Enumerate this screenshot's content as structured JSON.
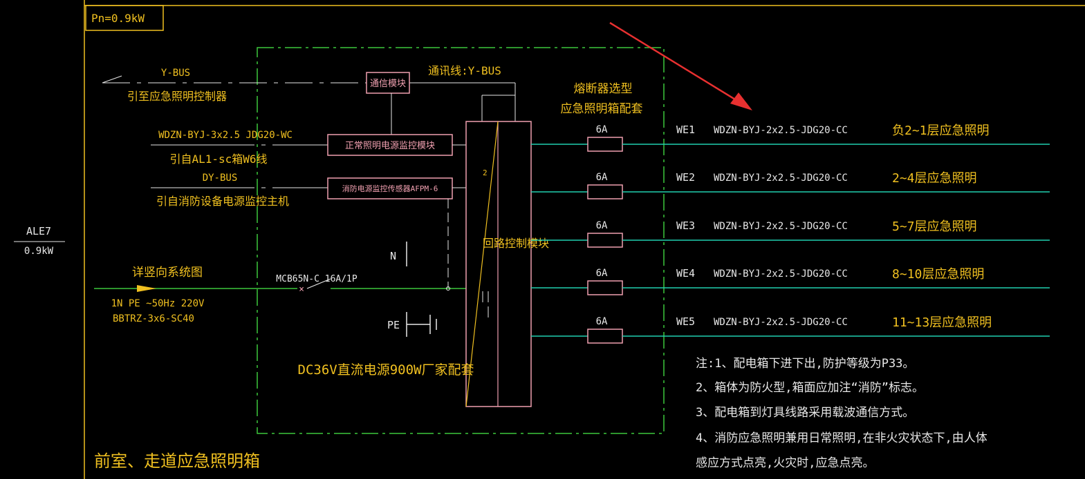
{
  "colors": {
    "background": "#000000",
    "frame_yellow": "#f0c020",
    "box_green": "#3cc83c",
    "feeder_cyan": "#20d0b0",
    "pink": "#f0a0b0",
    "text_white": "#e8e8e8",
    "arrow_red": "#e83030"
  },
  "header": {
    "power_label": "Pn=0.9kW"
  },
  "panel": {
    "id": "ALE7",
    "power": "0.9kW",
    "title": "前室、走道应急照明箱"
  },
  "inputs": {
    "ybus": {
      "label": "Y-BUS",
      "desc": "引至应急照明控制器"
    },
    "wdzn": {
      "label": "WDZN-BYJ-3x2.5 JDG20-WC",
      "desc": "引自AL1-sc箱W6线"
    },
    "dybus": {
      "label": "DY-BUS",
      "desc": "引自消防设备电源监控主机"
    },
    "main": {
      "ref": "详竖向系统图",
      "spec1": "1N PE ~50Hz 220V",
      "spec2": "BBTRZ-3x6-SC40",
      "breaker": "MCB65N-C 16A/1P",
      "breaker_symbol": "×"
    }
  },
  "modules": {
    "comm": "通信模块",
    "comm_line": "通讯线:Y-BUS",
    "normal_monitor": "正常照明电源监控模块",
    "fire_monitor": "消防电源监控传感器AFPM-6",
    "loop_control": "回路控制模块",
    "dc_supply": "DC36V直流电源900W厂家配套",
    "n_label": "N",
    "pe_label": "PE"
  },
  "fuse_header": {
    "line1": "熔断器选型",
    "line2": "应急照明箱配套"
  },
  "feeders": [
    {
      "fuse": "6A",
      "id": "WE1",
      "cable": "WDZN-BYJ-2x2.5-JDG20-CC",
      "dest": "负2~1层应急照明"
    },
    {
      "fuse": "6A",
      "id": "WE2",
      "cable": "WDZN-BYJ-2x2.5-JDG20-CC",
      "dest": "2~4层应急照明"
    },
    {
      "fuse": "6A",
      "id": "WE3",
      "cable": "WDZN-BYJ-2x2.5-JDG20-CC",
      "dest": "5~7层应急照明"
    },
    {
      "fuse": "6A",
      "id": "WE4",
      "cable": "WDZN-BYJ-2x2.5-JDG20-CC",
      "dest": "8~10层应急照明"
    },
    {
      "fuse": "6A",
      "id": "WE5",
      "cable": "WDZN-BYJ-2x2.5-JDG20-CC",
      "dest": "11~13层应急照明"
    }
  ],
  "notes": [
    "注:1、配电箱下进下出,防护等级为P33。",
    "2、箱体为防火型,箱面应加注“消防”标志。",
    "3、配电箱到灯具线路采用载波通信方式。",
    "4、消防应急照明兼用日常照明,在非火灾状态下,由人体",
    "感应方式点亮,火灾时,应急点亮。"
  ]
}
